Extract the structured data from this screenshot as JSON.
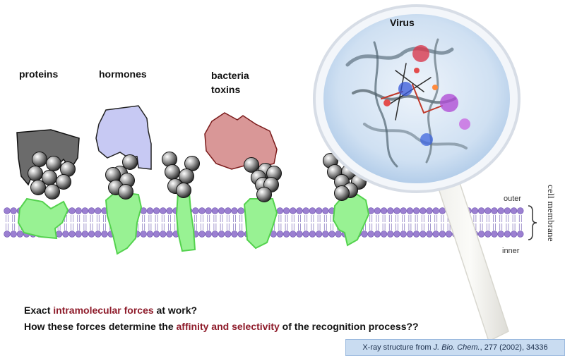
{
  "labels": {
    "proteins": "proteins",
    "hormones": "hormones",
    "bacteria_line1": "bacteria",
    "bacteria_line2": "toxins",
    "virus": "Virus",
    "outer": "outer",
    "inner": "inner",
    "cell_membrane": "cell membrane"
  },
  "caption": {
    "line1_pre": "Exact ",
    "line1_highlight": "intramolecular forces",
    "line1_post": " at work?",
    "line2_pre": "How these forces determine the ",
    "line2_highlight": "affinity and selectivity",
    "line2_post": " of the recognition process??"
  },
  "reference": {
    "pre": "X-ray structure from ",
    "journal": "J. Bio. Chem.",
    "post": ", 277 (2002), 34336"
  },
  "colors": {
    "highlight": "#8e1b2a",
    "lipid_head": "#9b7fd1",
    "receptor": "#98f293",
    "protein_ligand": "#6b6b6b",
    "hormone_ligand": "#c7c9f3",
    "toxin_ligand": "#d99797"
  }
}
